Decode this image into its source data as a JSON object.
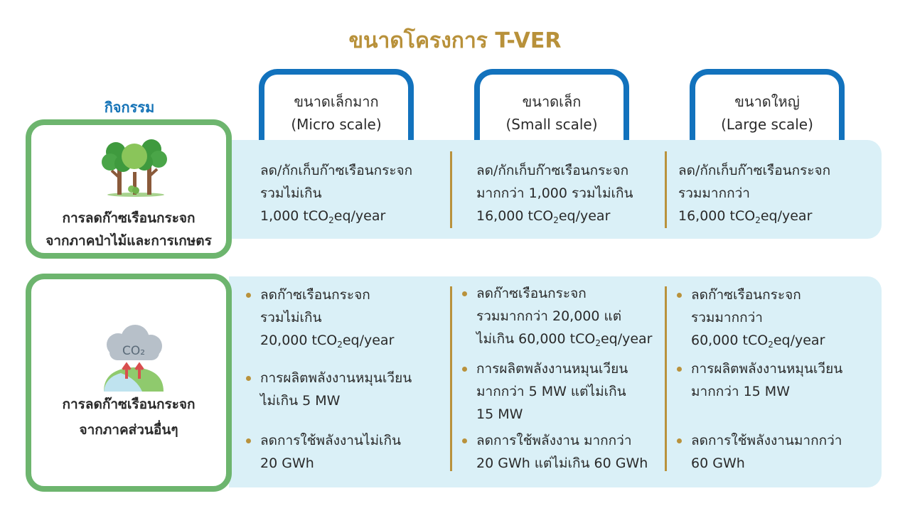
{
  "title": "ขนาดโครงการ T-VER",
  "activity_label": "กิจกรรม",
  "scales": [
    {
      "line1": "ขนาดเล็กมาก",
      "line2": "(Micro scale)"
    },
    {
      "line1": "ขนาดเล็ก",
      "line2": "(Small scale)"
    },
    {
      "line1": "ขนาดใหญ่",
      "line2": "(Large scale)"
    }
  ],
  "rows": [
    {
      "label_line1": "การลดก๊าซเรือนกระจก",
      "label_line2": "จากภาคป่าไม้และการเกษตร",
      "icon": "trees-icon",
      "cells": [
        {
          "line1": "ลด/กักเก็บก๊าซเรือนกระจก",
          "line2": "รวมไม่เกิน",
          "line3_pre": "1,000 tCO",
          "line3_sub": "2",
          "line3_post": "eq/year"
        },
        {
          "line1": "ลด/กักเก็บก๊าซเรือนกระจก",
          "line2": "มากกว่า 1,000 รวมไม่เกิน",
          "line3_pre": "16,000 tCO",
          "line3_sub": "2",
          "line3_post": "eq/year"
        },
        {
          "line1": "ลด/กักเก็บก๊าซเรือนกระจก",
          "line2": "รวมมากกว่า",
          "line3_pre": "16,000 tCO",
          "line3_sub": "2",
          "line3_post": "eq/year"
        }
      ]
    },
    {
      "label_line1": "การลดก๊าซเรือนกระจก",
      "label_line2": "จากภาคส่วนอื่นๆ",
      "icon": "co2-cloud-icon",
      "icon_text": "CO₂",
      "cells": [
        {
          "b1_line1": "ลดก๊าซเรือนกระจก",
          "b1_line2": "รวมไม่เกิน",
          "b1_line3_pre": "20,000 tCO",
          "b1_line3_sub": "2",
          "b1_line3_post": "eq/year",
          "b2_line1": "การผลิตพลังงานหมุนเวียน",
          "b2_line2": "ไม่เกิน 5 MW",
          "b3_line1": "ลดการใช้พลังงานไม่เกิน",
          "b3_line2": "20 GWh"
        },
        {
          "b1_line1": "ลดก๊าซเรือนกระจก",
          "b1_line2": "รวมมากกว่า 20,000 แต่",
          "b1_line3_pre": "ไม่เกิน 60,000 tCO",
          "b1_line3_sub": "2",
          "b1_line3_post": "eq/year",
          "b2_line1": "การผลิตพลังงานหมุนเวียน",
          "b2_line2": "มากกว่า 5 MW แต่ไม่เกิน",
          "b2_line3": "15 MW",
          "b3_line1": "ลดการใช้พลังงาน มากกว่า",
          "b3_line2": "20 GWh แต่ไม่เกิน 60 GWh"
        },
        {
          "b1_line1": "ลดก๊าซเรือนกระจก",
          "b1_line2": "รวมมากกว่า",
          "b1_line3_pre": "60,000 tCO",
          "b1_line3_sub": "2",
          "b1_line3_post": "eq/year",
          "b2_line1": "การผลิตพลังงานหมุนเวียน",
          "b2_line2": "มากกว่า 15 MW",
          "b3_line1": "ลดการใช้พลังงานมากกว่า",
          "b3_line2": "60 GWh"
        }
      ]
    }
  ],
  "colors": {
    "title": "#b8913a",
    "activity_label": "#1573b7",
    "tab_border": "#1272bd",
    "row_border": "#6db56e",
    "band": "#daf0f7",
    "divider": "#b9923c"
  }
}
